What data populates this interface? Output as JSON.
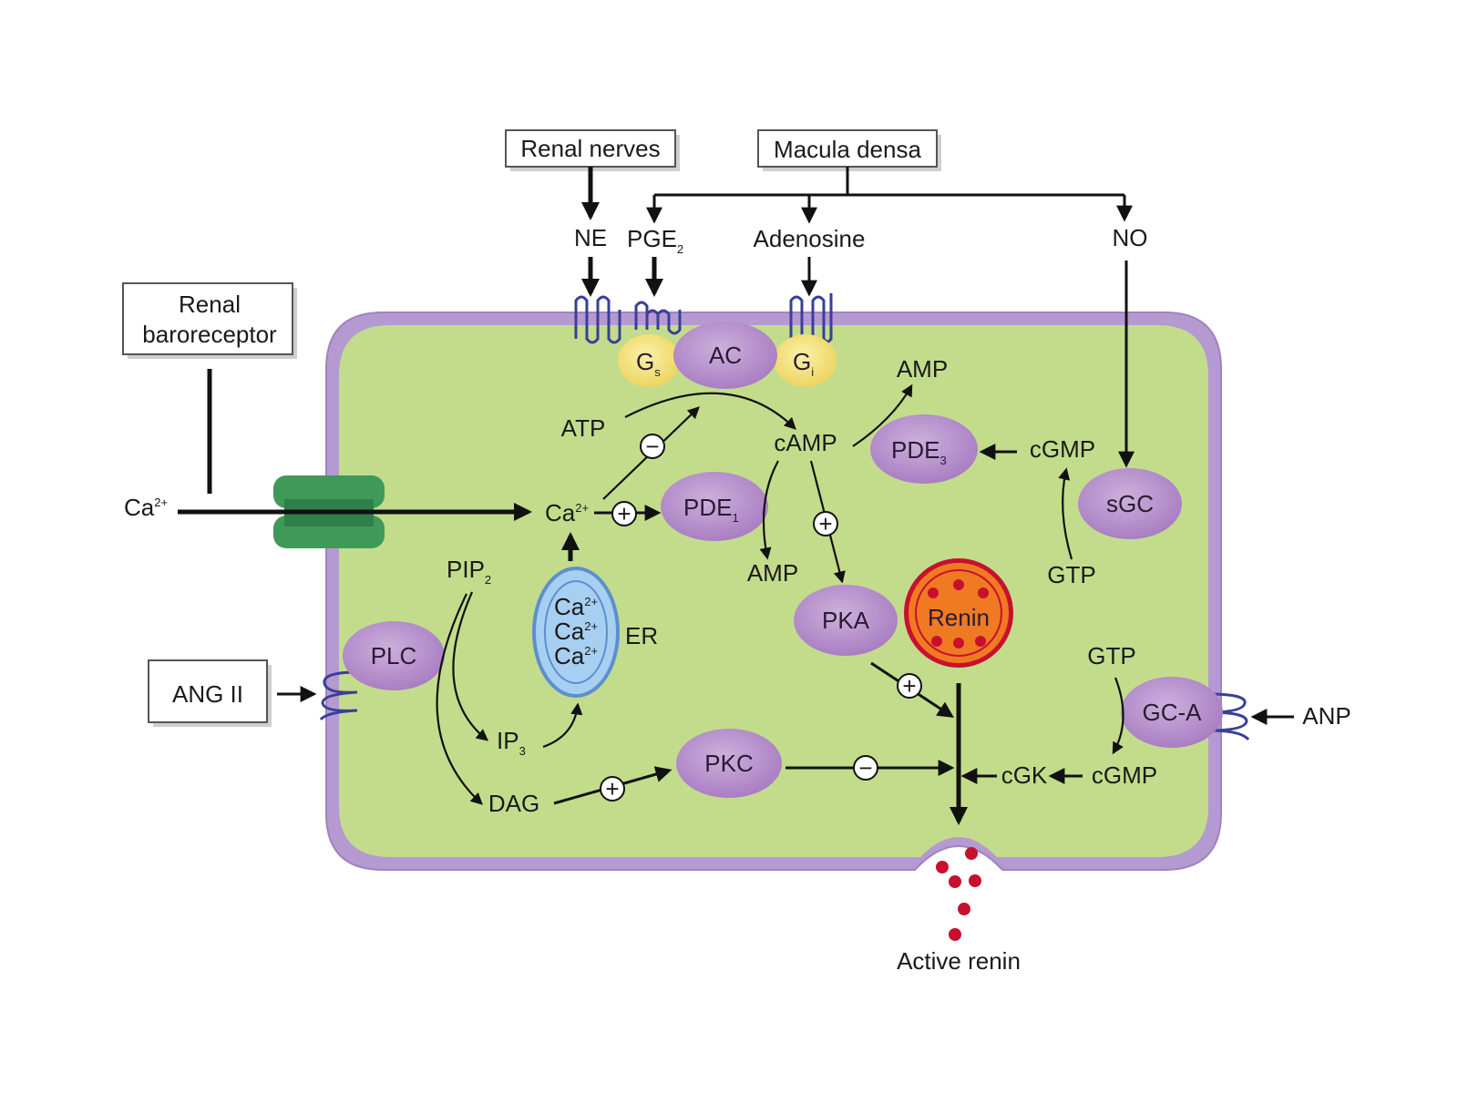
{
  "colors": {
    "cytoplasm": "#c3dc8c",
    "membrane": "#b59ad1",
    "enzyme": "#b58ccd",
    "g_protein": "#f5e27a",
    "channel": "#3f9a5a",
    "receptor": "#3a3f96",
    "er_fill": "#8ec1ec",
    "renin_granule": "#f07a22",
    "renin_dot": "#c8102e"
  },
  "boxes": {
    "renal_nerves": "Renal nerves",
    "macula_densa": "Macula densa",
    "renal_baroreceptor_line1": "Renal",
    "renal_baroreceptor_line2": "baroreceptor",
    "ang_ii": "ANG II"
  },
  "signals": {
    "ne": "NE",
    "pge": "PGE",
    "pge_sub": "2",
    "adenosine": "Adenosine",
    "no": "NO",
    "anp": "ANP",
    "ca_out": "Ca",
    "ca_out_sup": "2+"
  },
  "enzymes": {
    "gs": "G",
    "gs_sub": "s",
    "ac": "AC",
    "gi": "G",
    "gi_sub": "i",
    "pde3": "PDE",
    "pde3_sub": "3",
    "sgc": "sGC",
    "pde1": "PDE",
    "pde1_sub": "1",
    "plc": "PLC",
    "pka": "PKA",
    "renin": "Renin",
    "gca": "GC-A",
    "pkc": "PKC"
  },
  "metabolites": {
    "amp_top": "AMP",
    "atp": "ATP",
    "camp": "cAMP",
    "cgmp_top": "cGMP",
    "ca_in": "Ca",
    "ca_in_sup": "2+",
    "pip2": "PIP",
    "pip2_sub": "2",
    "amp_mid": "AMP",
    "gtp_mid": "GTP",
    "er_ca": "Ca",
    "er_ca_sup": "2+",
    "er": "ER",
    "gtp_low": "GTP",
    "ip3": "IP",
    "ip3_sub": "3",
    "dag": "DAG",
    "cgk": "cGK",
    "cgmp_low": "cGMP"
  },
  "modifiers": {
    "plus": "+",
    "minus": "−"
  },
  "output": {
    "active_renin": "Active renin"
  }
}
